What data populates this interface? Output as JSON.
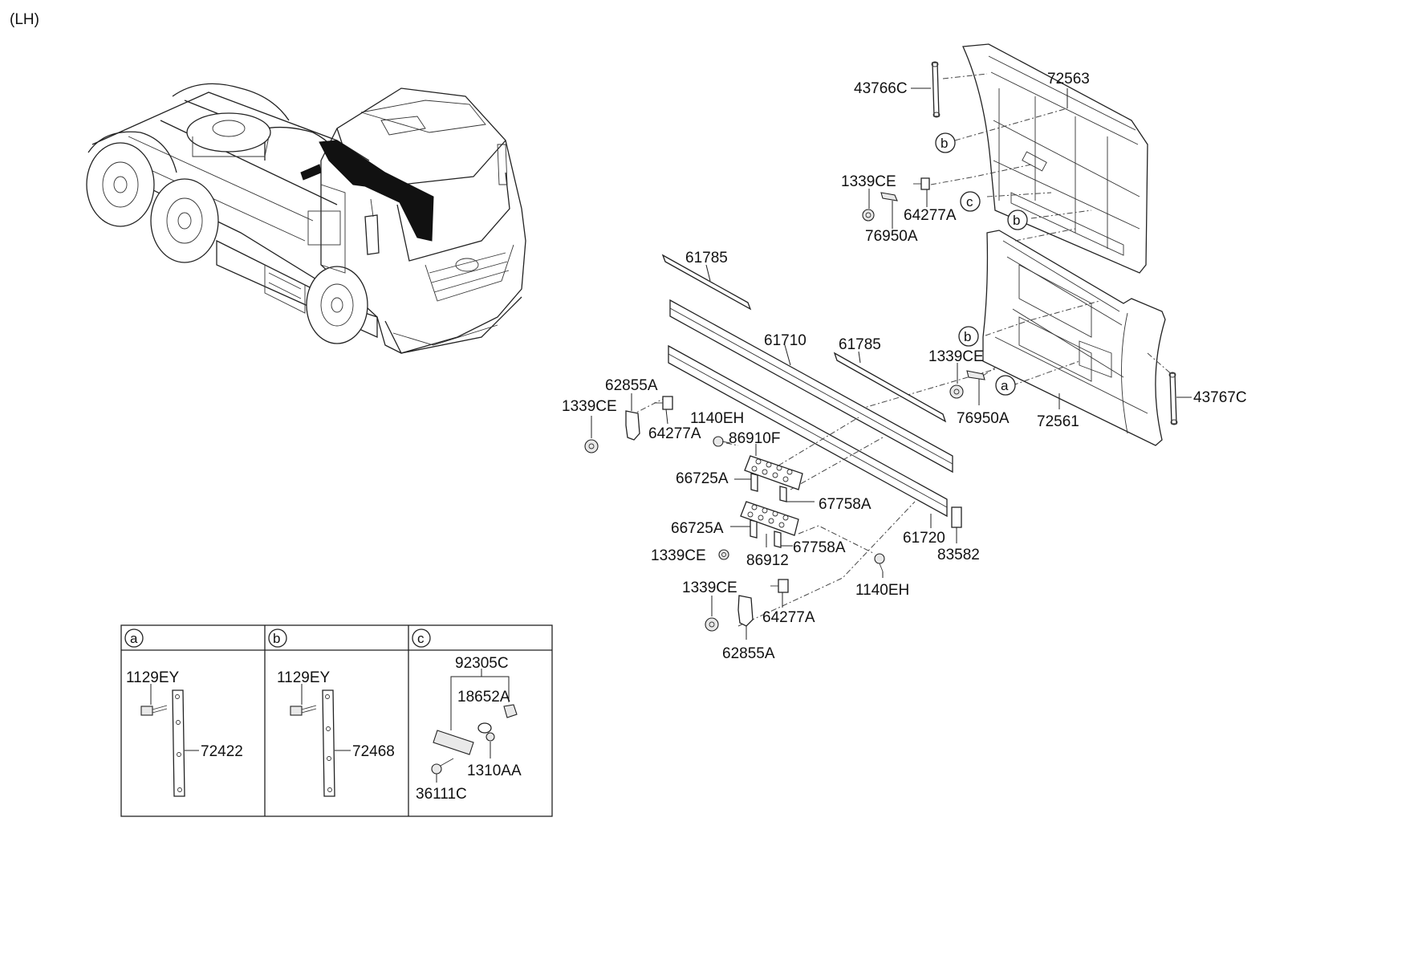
{
  "header": {
    "side_label": "(LH)"
  },
  "labels": {
    "p43766C": "43766C",
    "p72563": "72563",
    "p1339CE_a": "1339CE",
    "p64277A_a": "64277A",
    "p76950A_a": "76950A",
    "p61785_a": "61785",
    "p61710": "61710",
    "p61785_b": "61785",
    "p1339CE_b": "1339CE",
    "p76950A_b": "76950A",
    "p72561": "72561",
    "p43767C": "43767C",
    "p62855A_a": "62855A",
    "p1339CE_c": "1339CE",
    "p64277A_b": "64277A",
    "p1140EH_a": "1140EH",
    "p86910F": "86910F",
    "p66725A_a": "66725A",
    "p67758A_a": "67758A",
    "p66725A_b": "66725A",
    "p1339CE_d": "1339CE",
    "p86912": "86912",
    "p67758A_b": "67758A",
    "p61720": "61720",
    "p83582": "83582",
    "p1140EH_b": "1140EH",
    "p1339CE_e": "1339CE",
    "p64277A_c": "64277A",
    "p62855A_b": "62855A"
  },
  "callouts": {
    "b1": "b",
    "c1": "c",
    "b2": "b",
    "b3": "b",
    "a1": "a"
  },
  "detail_box": {
    "a": {
      "letter": "a",
      "bolt": "1129EY",
      "bracket": "72422"
    },
    "b": {
      "letter": "b",
      "bolt": "1129EY",
      "bracket": "72468"
    },
    "c": {
      "letter": "c",
      "top": "92305C",
      "bulb": "18652A",
      "nut": "1310AA",
      "screw": "36111C"
    }
  }
}
